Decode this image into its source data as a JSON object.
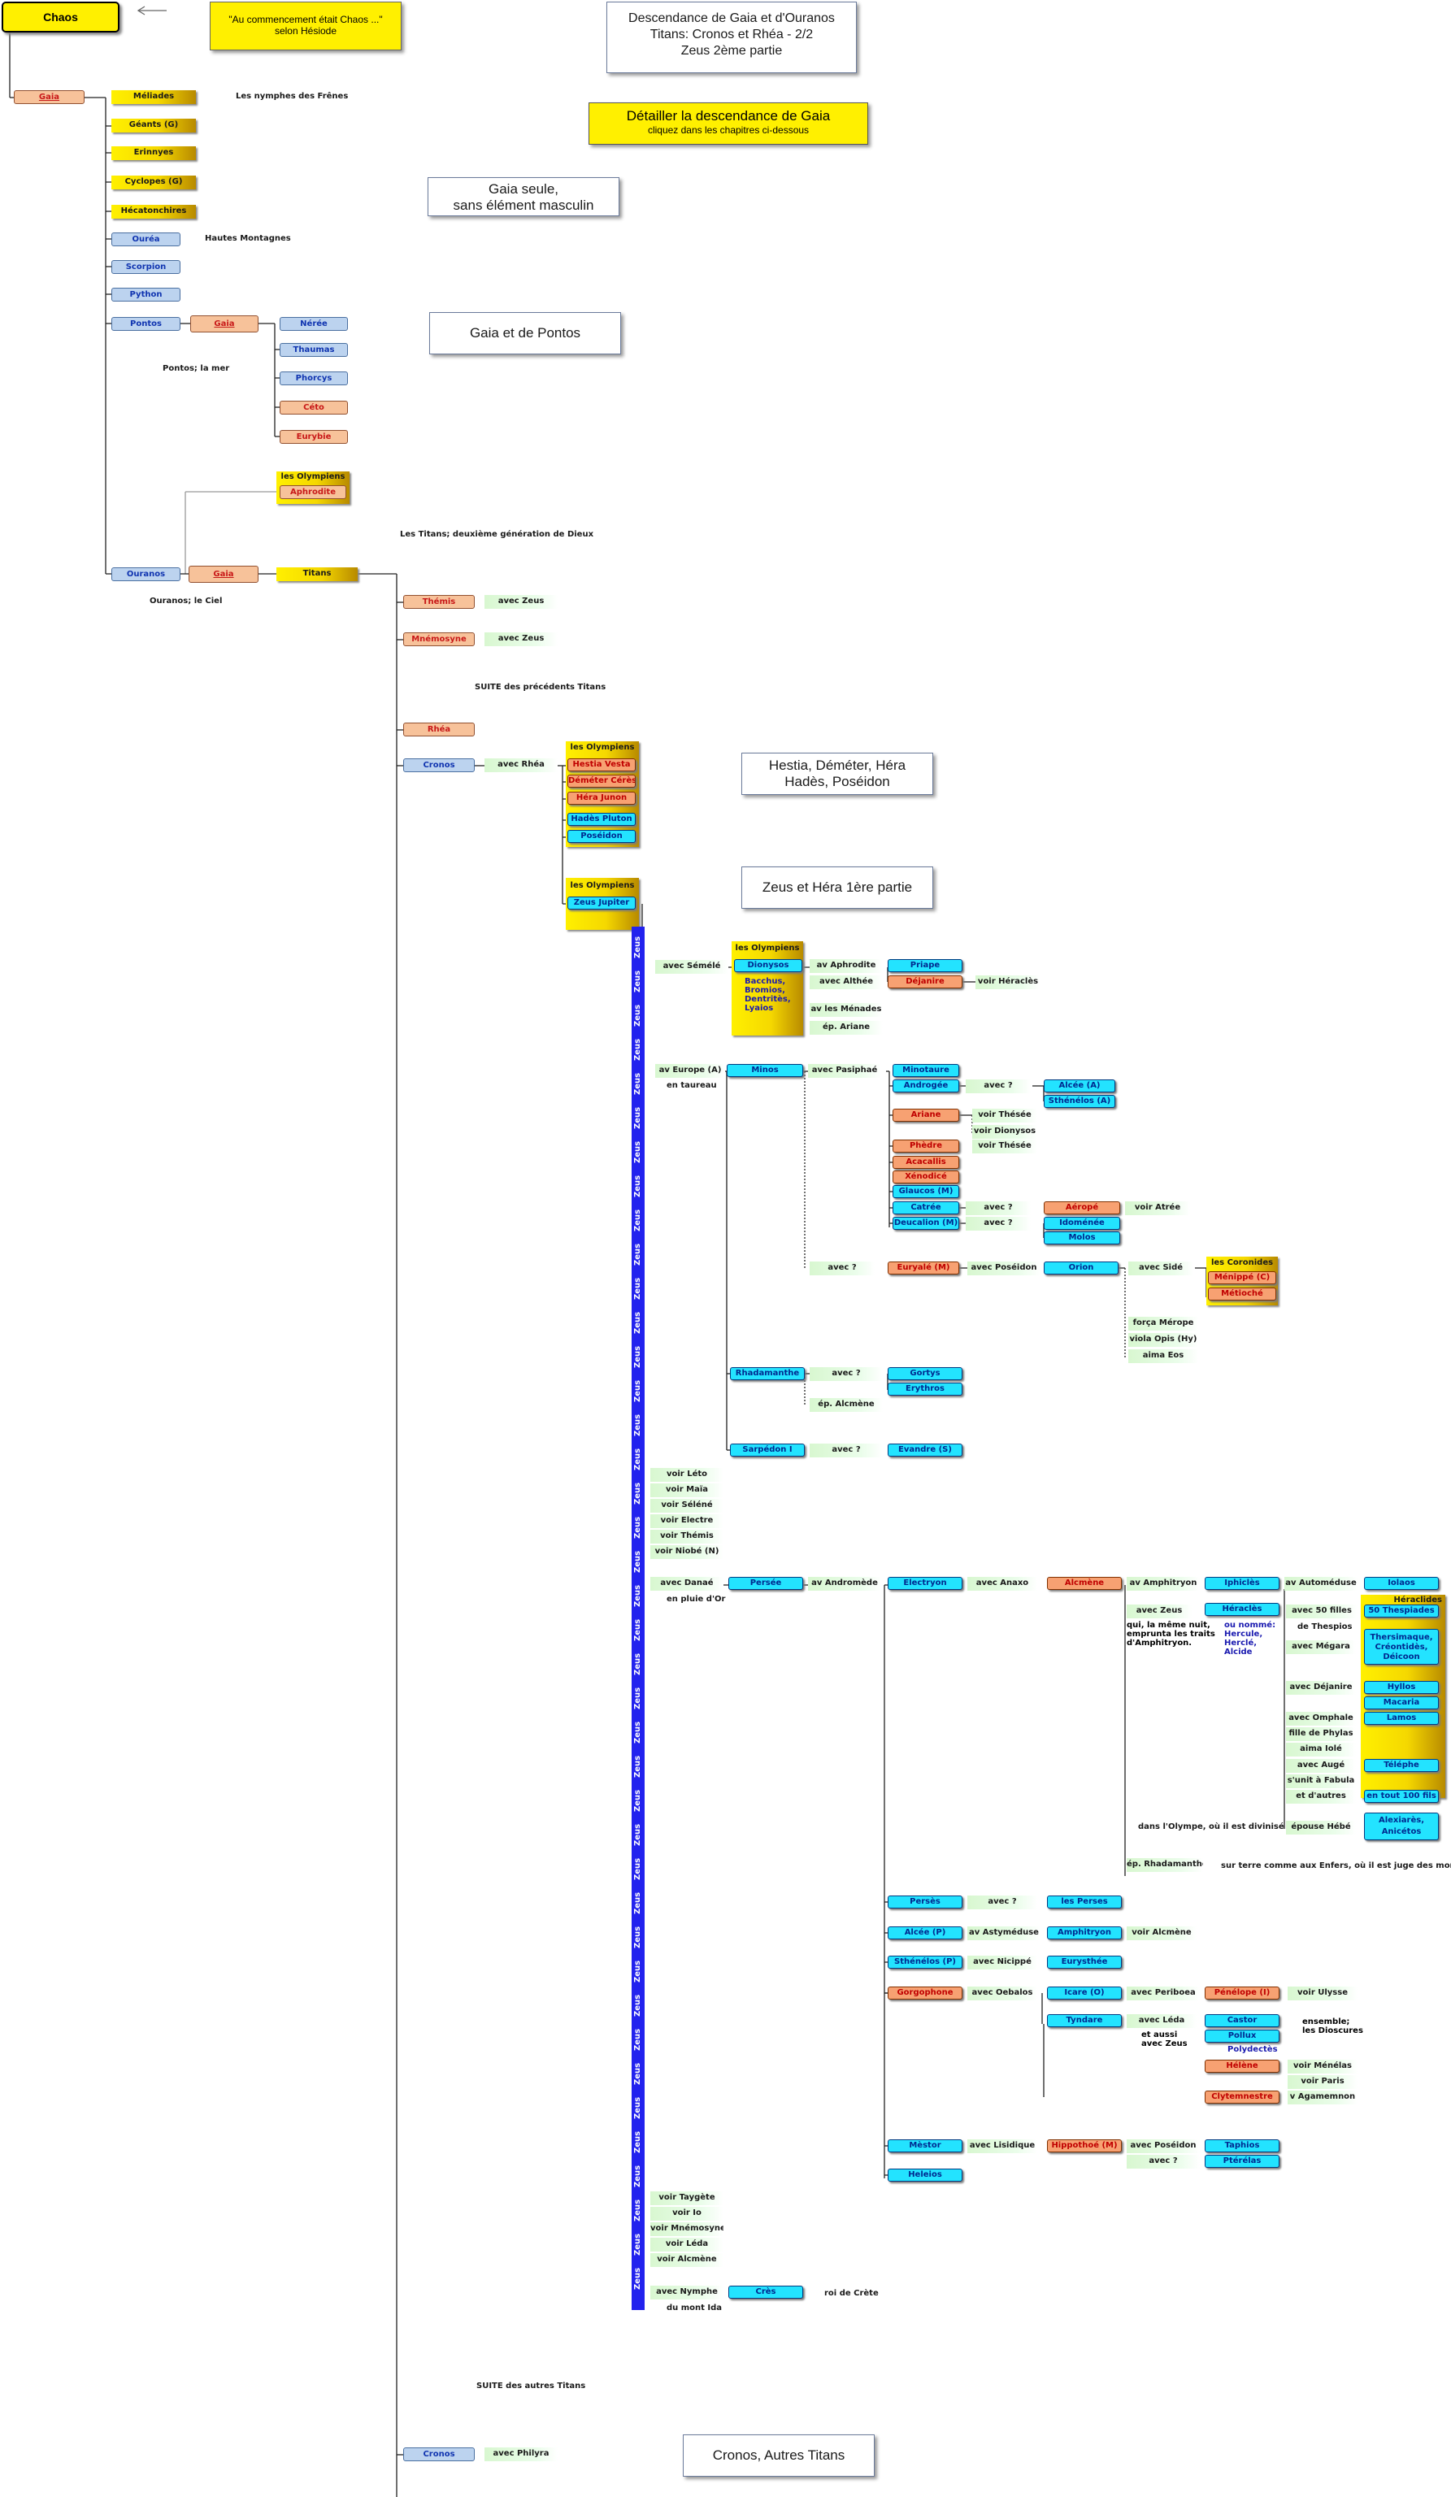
{
  "header": {
    "chaos": "Chaos",
    "quote_line1": "\"Au commencement était Chaos ...\"",
    "quote_line2": "selon Hésiode",
    "title_line1": "Descendance de Gaia et d'Ouranos",
    "title_line2": "Titans: Cronos et Rhéa - 2/2",
    "title_line3": "Zeus 2ème partie",
    "detail_line1": "Détailler la descendance de Gaia",
    "detail_line2": "cliquez dans les chapitres ci-dessous"
  },
  "links": {
    "gaia_seule_1": "Gaia seule,",
    "gaia_seule_2": "sans élément masculin",
    "gaia_pontos": "Gaia et de Pontos",
    "hestia_1": "Hestia, Déméter, Héra",
    "hestia_2": "Hadès, Poséidon",
    "zeus_hera": "Zeus et Héra 1ère partie",
    "cronos_autres": "Cronos, Autres Titans"
  },
  "gaia_children": {
    "gaia": "Gaia",
    "meliades": "Méliades",
    "nymphes": "Les nymphes des Frênes",
    "geants": "Géants (G)",
    "erinnyes": "Erinnyes",
    "cyclopes": "Cyclopes (G)",
    "hecatonchires": "Hécatonchires",
    "ourea": "Ouréa",
    "hautes": "Hautes Montagnes",
    "scorpion": "Scorpion",
    "python": "Python",
    "pontos": "Pontos",
    "gaia2": "Gaia",
    "pontos_note": "Pontos; la mer",
    "neree": "Nérée",
    "thaumas": "Thaumas",
    "phorcys": "Phorcys",
    "ceto": "Céto",
    "eurybie": "Eurybie",
    "olympiens": "les Olympiens",
    "aphrodite": "Aphrodite",
    "titans_note": "Les Titans; deuxième génération de Dieux",
    "ouranos": "Ouranos",
    "gaia3": "Gaia",
    "titans": "Titans",
    "ouranos_note": "Ouranos; le Ciel"
  },
  "titans": {
    "themis": "Thémis",
    "avec_zeus1": "avec Zeus",
    "mnemosyne": "Mnémosyne",
    "avec_zeus2": "avec Zeus",
    "suite1": "SUITE des précédents Titans",
    "rhea": "Rhéa",
    "cronos": "Cronos",
    "avec_rhea": "avec Rhéa",
    "olymp1": "les Olympiens",
    "hestia": "Hestia Vesta",
    "demeter": "Déméter Cérès",
    "hera": "Héra Junon",
    "hades": "Hadès Pluton",
    "poseidon": "Poséidon",
    "olymp2": "les Olympiens",
    "zeus_jupiter": "Zeus Jupiter",
    "suite2": "SUITE des autres Titans",
    "cronos2": "Cronos",
    "avec_philyra": "avec Philyra"
  },
  "zeus_label": "Zeus",
  "semele": {
    "avec_semele": "avec Sémélé",
    "olymp": "les Olympiens",
    "dionysos": "Dionysos",
    "bacchus": "Bacchus,",
    "bromios": "Bromios,",
    "dentrites": "Dentritès,",
    "lyaios": "Lyaios",
    "av_aphrodite": "av Aphrodite",
    "priape": "Priape",
    "avec_althee": "avec Althée",
    "dejanire": "Déjanire",
    "voir_heracles": "voir Héraclès",
    "av_menades": "av les Ménades",
    "ep_ariane": "ép. Ariane"
  },
  "europe": {
    "av_europe": "av Europe (A)",
    "en_taureau": "en taureau",
    "minos": "Minos",
    "avec_pasiphae": "avec Pasiphaé",
    "minotaure": "Minotaure",
    "androgee": "Androgée",
    "avec_q1": "avec ?",
    "alcee": "Alcée (A)",
    "sthenelos": "Sthénélos (A)",
    "ariane": "Ariane",
    "voir_thesee1": "voir Thésée",
    "voir_dionysos": "voir Dionysos",
    "phedre": "Phèdre",
    "voir_thesee2": "voir Thésée",
    "acacallis": "Acacallis",
    "xenodice": "Xénodicé",
    "glaucos": "Glaucos (M)",
    "catree": "Catrée",
    "avec_q2": "avec ?",
    "aerope": "Aéropé",
    "voir_atree": "voir Atrée",
    "deucalion": "Deucalion (M)",
    "avec_q3": "avec ?",
    "idomenee": "Idoménée",
    "molos": "Molos",
    "avec_q4": "avec ?",
    "euryale": "Euryalé (M)",
    "avec_poseidon": "avec Poséidon",
    "orion": "Orion",
    "avec_side": "avec Sidé",
    "coronides": "les Coronides",
    "menippe": "Ménippé (C)",
    "metioche": "Métioché",
    "forca": "força Mérope",
    "viola": "viola Opis (Hy)",
    "aima_eos": "aima Eos",
    "rhadamanthe": "Rhadamanthe",
    "avec_q5": "avec ?",
    "gortys": "Gortys",
    "erythros": "Erythros",
    "ep_alcmene": "ép. Alcmène",
    "sarpedon": "Sarpédon I",
    "avec_q6": "avec ?",
    "evandre": "Evandre (S)"
  },
  "voir1": [
    "voir Léto",
    "voir Maïa",
    "voir Séléné",
    "voir Electre",
    "voir Thémis",
    "voir Niobé (N)"
  ],
  "danae": {
    "avec_danae": "avec Danaé",
    "en_pluie": "en pluie d'Or",
    "persee": "Persée",
    "av_andromede": "av Andromède",
    "electryon": "Electryon",
    "avec_anaxo": "avec Anaxo",
    "alcmene": "Alcmène",
    "av_amphitryon": "av Amphitryon",
    "iphicles": "Iphiclès",
    "av_automeduse": "av Automéduse",
    "iolaos": "Iolaos",
    "avec_zeus": "avec Zeus",
    "heracles": "Héraclès",
    "avec_50": "avec 50 filles",
    "de_thespios": "de Thespios",
    "heraclides": "Héraclides",
    "thespiades": "50 Thespiades",
    "nuit1": "qui, la même nuit,",
    "nuit2": "emprunta les traits",
    "nuit3": "d'Amphitryon.",
    "ou_nomme": "ou nommé:",
    "hercule": "Hercule,",
    "hercle": "Herclé,",
    "alcide": "Alcide",
    "avec_megara": "avec Mégara",
    "thersimaque": "Thersimaque,",
    "creontiades": "Créontidès,",
    "deicoon": "Déicoon",
    "avec_dejanire": "avec Déjanire",
    "hyllos": "Hyllos",
    "macaria": "Macaria",
    "avec_omphale": "avec Omphale",
    "lamos": "Lamos",
    "fille_phylas": "fille de Phylas",
    "aima_iole": "aima Iolé",
    "avec_auge": "avec Augé",
    "telephe": "Téléphe",
    "sunit": "s'unit à Fabula",
    "et_dautres": "et d'autres",
    "en_tout": "en tout 100 fils",
    "dans_olympe": "dans l'Olympe, où il est divinisé",
    "epouse_hebe": "épouse Hébé",
    "alexiares": "Alexiarès,",
    "anicetos": "Anicétos",
    "ep_rhadamanthe": "ép. Rhadamanthe",
    "sur_terre": "sur terre comme aux Enfers, où il est juge des morts",
    "perses": "Persès",
    "avec_q": "avec ?",
    "les_perses": "les Perses",
    "alcee_p": "Alcée (P)",
    "av_astymeduse": "av Astyméduse",
    "amphitryon": "Amphitryon",
    "voir_alcmene": "voir Alcmène",
    "sthenelos_p": "Sthénélos (P)",
    "avec_nicippe": "avec Nicippé",
    "eurysthee": "Eurysthée",
    "gorgophone": "Gorgophone",
    "avec_oebalos": "avec Oebalos",
    "icare": "Icare (O)",
    "avec_periboea": "avec Periboea",
    "penelope": "Pénélope (I)",
    "voir_ulysse": "voir Ulysse",
    "tyndare": "Tyndare",
    "avec_leda": "avec Léda",
    "castor": "Castor",
    "pollux": "Pollux",
    "ensemble": "ensemble;",
    "dioscures": "les Dioscures",
    "et_aussi": "et aussi",
    "avec_zeus2": "avec Zeus",
    "polydectes": "Polydectès",
    "helene": "Hélène",
    "voir_menelas": "voir Ménélas",
    "voir_paris": "voir Paris",
    "clytemnestre": "Clytemnestre",
    "v_agamemnon": "v Agamemnon",
    "mestor": "Mèstor",
    "avec_lisidique": "avec Lisidique",
    "hippothoe": "Hippothoé (M)",
    "avec_poseidon": "avec Poséidon",
    "taphios": "Taphios",
    "avec_q2": "avec ?",
    "pterelas": "Ptérélas",
    "heleios": "Heleios"
  },
  "voir2": [
    "voir Taygète",
    "voir Io",
    "voir Mnémosyne",
    "voir Léda",
    "voir Alcmène"
  ],
  "nymphe": {
    "avec_nymphe": "avec Nymphe",
    "du_mont": "du mont Ida",
    "cres": "Crès",
    "roi_crete": "roi de Crète"
  }
}
